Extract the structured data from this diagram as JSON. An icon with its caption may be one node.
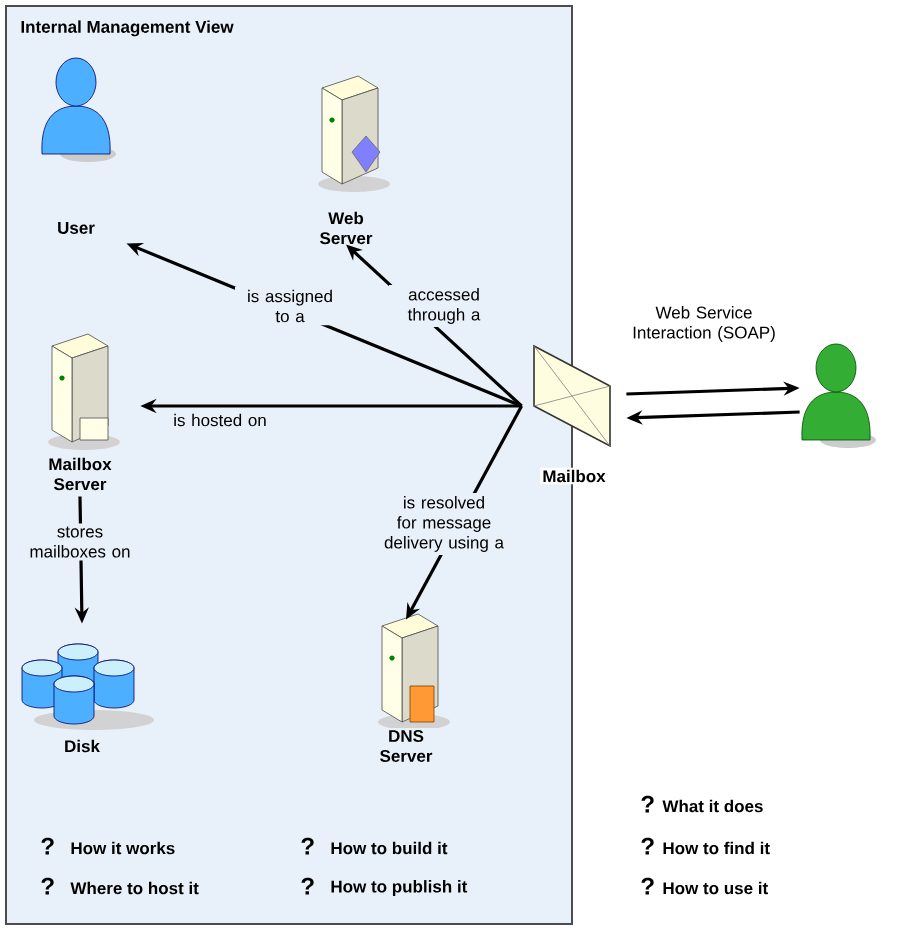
{
  "diagram": {
    "nodes": [
      {
        "text": [
          "Internal Management View"
        ]
      },
      {
        "text": [
          "User"
        ],
        "in": 0
      },
      {
        "text": [
          "Web Server"
        ],
        "in": 0
      },
      {
        "text": [
          "Mailbox Server"
        ],
        "in": 0
      },
      {
        "text": [
          "Disk"
        ],
        "in": 0
      },
      {
        "text": [
          "DNS Server"
        ],
        "in": 0
      },
      {
        "text": [
          "Mailbox"
        ]
      },
      {
        "text": [],
        "shape": "person"
      }
    ],
    "edges": [
      {
        "from": 6,
        "to": 1,
        "arrow": "to",
        "label": "is assigned to a"
      },
      {
        "from": 6,
        "to": 2,
        "arrow": "to",
        "label": "accessed through a"
      },
      {
        "from": 6,
        "to": 3,
        "arrow": "to",
        "label": "is hosted on"
      },
      {
        "from": 6,
        "to": 5,
        "arrow": "to",
        "label": "is resolved for message delivery using a"
      },
      {
        "from": 3,
        "to": 4,
        "arrow": "to",
        "label": "stores mailboxes on"
      },
      {
        "from": 6,
        "to": 7,
        "arrow": "to",
        "label": "Web Service Interaction (SOAP)"
      },
      {
        "from": 7,
        "to": 6,
        "arrow": "to"
      }
    ],
    "labels": [
      "?",
      "What it does",
      "?",
      "How it works",
      "?",
      "How to build it",
      "?",
      "How to find it",
      "?",
      "Where to host it",
      "?",
      "How to publish it",
      "?",
      "How to use it"
    ]
  }
}
